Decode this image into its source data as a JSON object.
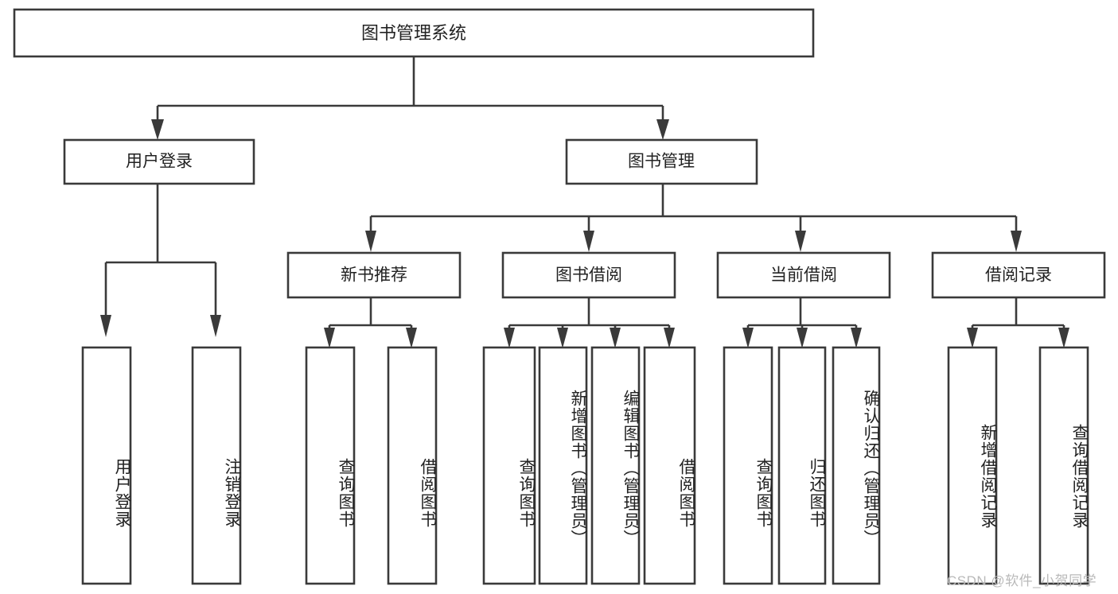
{
  "diagram": {
    "title": "图书管理系统",
    "type": "tree-hierarchy",
    "watermark": "CSDN @软件_小贺同学",
    "root": {
      "id": "root",
      "label": "图书管理系统"
    },
    "level1": [
      {
        "id": "user-login",
        "label": "用户登录"
      },
      {
        "id": "book-management",
        "label": "图书管理"
      }
    ],
    "level2": [
      {
        "id": "new-book-recommend",
        "label": "新书推荐",
        "parent": "book-management"
      },
      {
        "id": "book-borrow",
        "label": "图书借阅",
        "parent": "book-management"
      },
      {
        "id": "current-borrow",
        "label": "当前借阅",
        "parent": "book-management"
      },
      {
        "id": "borrow-record",
        "label": "借阅记录",
        "parent": "book-management"
      }
    ],
    "leaves": [
      {
        "id": "leaf-user-login",
        "label": "用户登录",
        "parent": "user-login"
      },
      {
        "id": "leaf-logout",
        "label": "注销登录",
        "parent": "user-login"
      },
      {
        "id": "leaf-query-book-1",
        "label": "查询图书",
        "parent": "new-book-recommend"
      },
      {
        "id": "leaf-borrow-book-1",
        "label": "借阅图书",
        "parent": "new-book-recommend"
      },
      {
        "id": "leaf-query-book-2",
        "label": "查询图书",
        "parent": "book-borrow"
      },
      {
        "id": "leaf-add-book",
        "label": "新增图书（管理员）",
        "parent": "book-borrow"
      },
      {
        "id": "leaf-edit-book",
        "label": "编辑图书（管理员）",
        "parent": "book-borrow"
      },
      {
        "id": "leaf-borrow-book-2",
        "label": "借阅图书",
        "parent": "book-borrow"
      },
      {
        "id": "leaf-query-book-3",
        "label": "查询图书",
        "parent": "current-borrow"
      },
      {
        "id": "leaf-return-book",
        "label": "归还图书",
        "parent": "current-borrow"
      },
      {
        "id": "leaf-confirm-return",
        "label": "确认归还（管理员）",
        "parent": "current-borrow"
      },
      {
        "id": "leaf-add-record",
        "label": "新增借阅记录",
        "parent": "borrow-record"
      },
      {
        "id": "leaf-query-record",
        "label": "查询借阅记录",
        "parent": "borrow-record"
      }
    ],
    "colors": {
      "stroke": "#3a3a3a",
      "fill": "#ffffff",
      "text": "#222222",
      "watermark": "#b9b9b9"
    }
  }
}
